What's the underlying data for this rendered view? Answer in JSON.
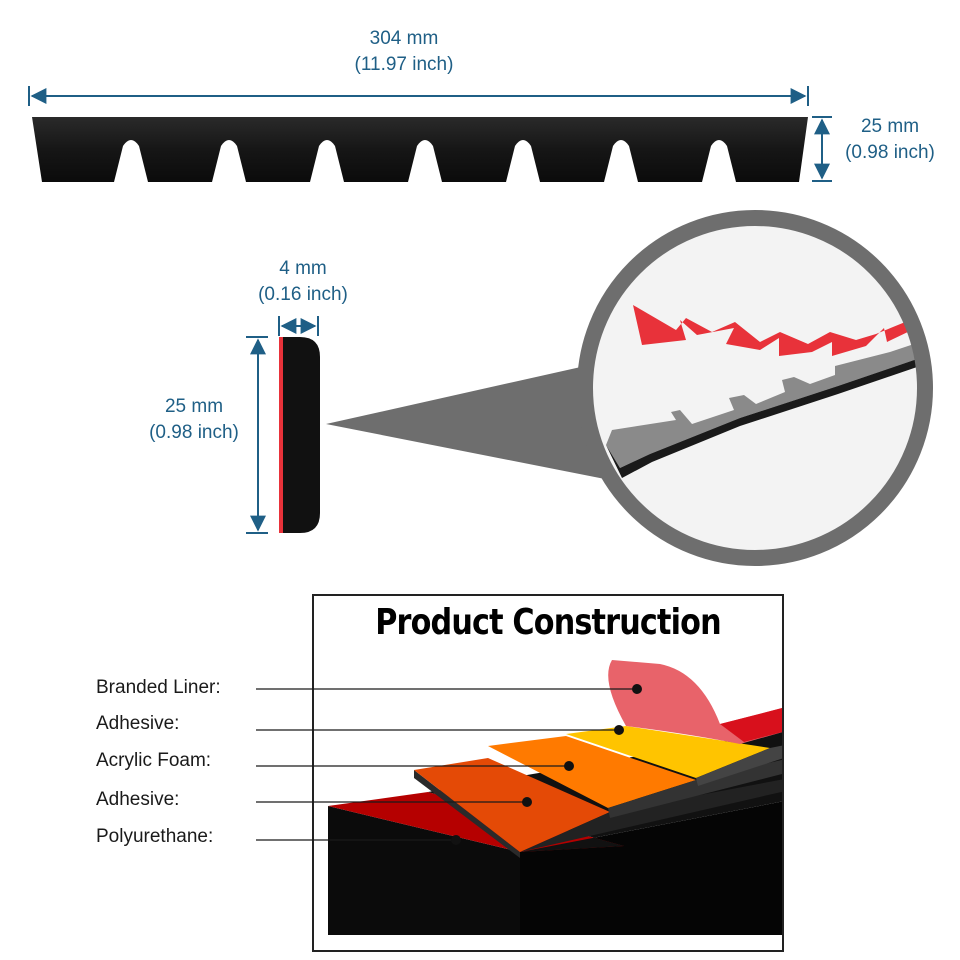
{
  "length_dim": {
    "metric": "304 mm",
    "imperial": "(11.97 inch)"
  },
  "width_dim_top": {
    "metric": "25 mm",
    "imperial": "(0.98 inch)"
  },
  "thickness_dim": {
    "metric": "4 mm",
    "imperial": "(0.16 inch)"
  },
  "width_dim_side": {
    "metric": "25 mm",
    "imperial": "(0.98 inch)"
  },
  "construction": {
    "title": "Product Construction",
    "layers": [
      {
        "label": "Branded Liner:",
        "color": "#e8636a"
      },
      {
        "label": "Adhesive:",
        "color": "#ffc400"
      },
      {
        "label": "Acrylic Foam:",
        "color": "#ff7a00"
      },
      {
        "label": "Adhesive:",
        "color": "#e44a06"
      },
      {
        "label": "Polyurethane:",
        "color": "#b50000"
      }
    ]
  },
  "colors": {
    "dimension_blue": "#1f5f86",
    "strip_black": "#111111",
    "liner_red": "#e8323a",
    "circle_gray": "#6e6e6e"
  }
}
